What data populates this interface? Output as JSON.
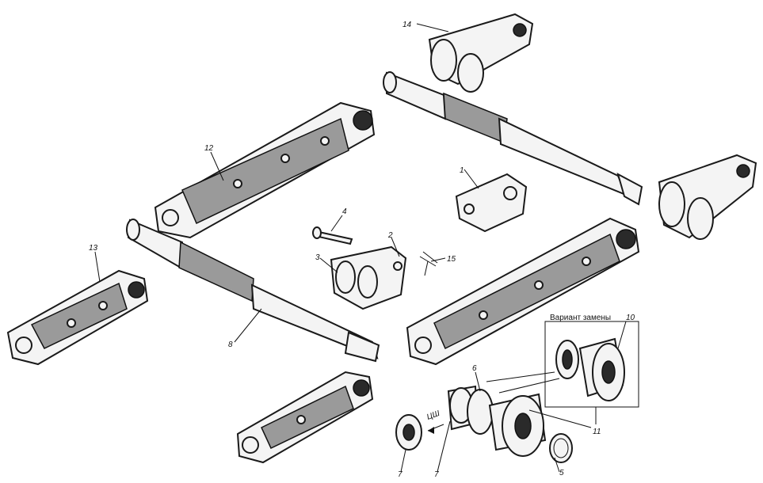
{
  "labels": {
    "l1": "1",
    "l2": "2",
    "l3": "3",
    "l4": "4",
    "l5": "5",
    "l6": "6",
    "l7a": "7",
    "l7b": "7",
    "l8": "8",
    "l10": "10",
    "l11": "11",
    "l12": "12",
    "l13": "13",
    "l14": "14",
    "l15": "15"
  },
  "caption": "Вариант замены",
  "arrow_text": "ЦШ"
}
